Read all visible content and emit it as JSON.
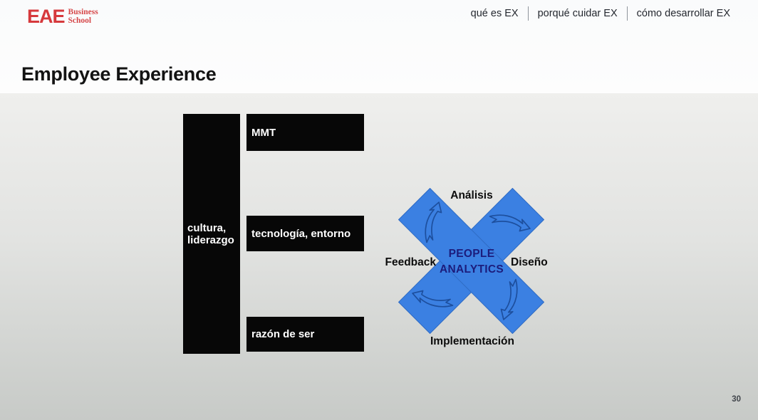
{
  "header": {
    "logo": {
      "text": "EAE",
      "sub1": "Business",
      "sub2": "School",
      "color": "#d6393c"
    },
    "nav": [
      {
        "label": "qué es EX"
      },
      {
        "label": "porqué cuidar EX"
      },
      {
        "label": "cómo desarrollar EX"
      }
    ],
    "title": "Employee Experience"
  },
  "diagram_e": {
    "side_label_lines": [
      "cultura,",
      "liderazgo"
    ],
    "bars": [
      {
        "label": "MMT"
      },
      {
        "label": "tecnología, entorno"
      },
      {
        "label": "razón de ser"
      }
    ],
    "bar_color": "#070707",
    "text_color": "#ffffff"
  },
  "diagram_x": {
    "center_line1": "PEOPLE",
    "center_line2": "ANALYTICS",
    "labels": {
      "top": "Análisis",
      "left": "Feedback",
      "right": "Diseño",
      "bottom": "Implementación"
    },
    "cycle_order": [
      "Análisis",
      "Diseño",
      "Implementación",
      "Feedback"
    ],
    "colors": {
      "x_fill": "#3b80e2",
      "x_edge": "#2f6bc4",
      "arrow_stroke": "#1d4f9e",
      "center_text": "#1c1c7c",
      "label_text": "#0c0c0c"
    }
  },
  "footer": {
    "page_number": "30"
  }
}
